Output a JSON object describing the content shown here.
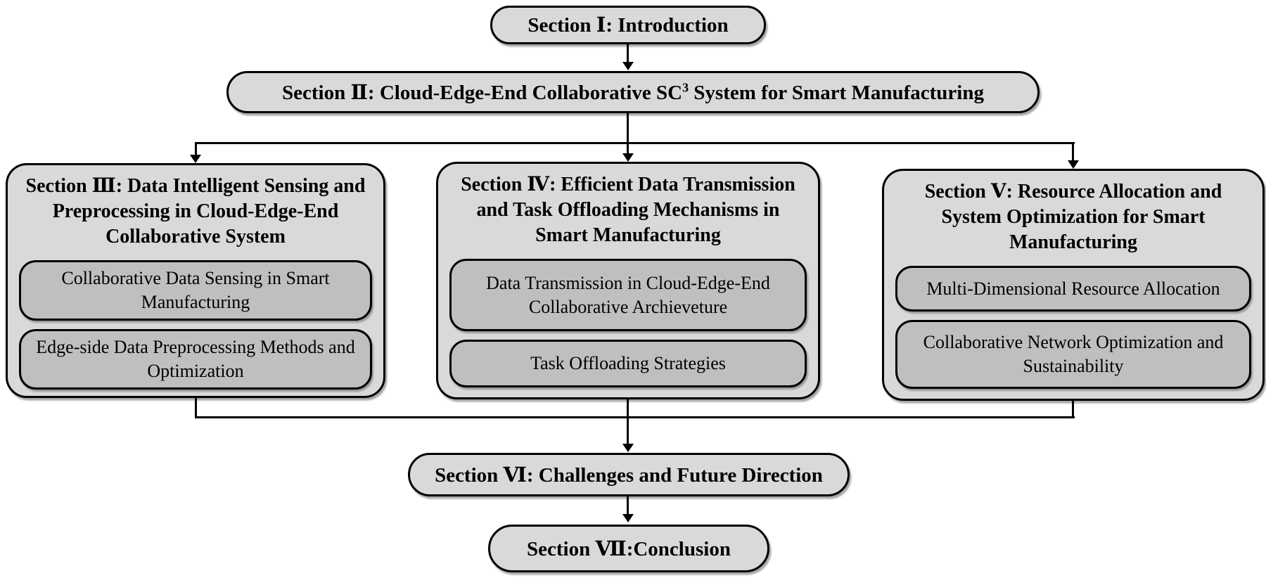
{
  "colors": {
    "node_fill": "#d9d9d9",
    "sub_node_fill": "#bfbfbf",
    "border": "#000000",
    "background": "#ffffff"
  },
  "nodes": {
    "section1": "Section Ⅰ: Introduction",
    "section2": {
      "prefix": "Section Ⅱ: Cloud-Edge-End Collaborative SC",
      "sup": "3",
      "suffix": " System for Smart Manufacturing"
    },
    "section6": "Section Ⅵ: Challenges and Future Direction",
    "section7": "Section Ⅶ:Conclusion"
  },
  "columns": [
    {
      "title": "Section Ⅲ:  Data Intelligent Sensing and Preprocessing in Cloud-Edge-End Collaborative System",
      "subs": [
        "Collaborative Data Sensing in Smart Manufacturing",
        "Edge-side Data Preprocessing Methods and Optimization"
      ]
    },
    {
      "title": "Section Ⅳ:  Efficient Data Transmission and Task Offloading Mechanisms in Smart Manufacturing",
      "subs": [
        "Data Transmission in Cloud-Edge-End Collaborative Archieveture",
        "Task Offloading Strategies"
      ]
    },
    {
      "title": "Section Ⅴ:  Resource Allocation and System Optimization for Smart Manufacturing",
      "subs": [
        "Multi-Dimensional Resource Allocation",
        "Collaborative Network Optimization and Sustainability"
      ]
    }
  ]
}
